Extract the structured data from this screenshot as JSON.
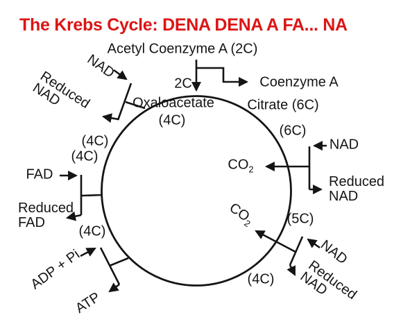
{
  "title": "The Krebs Cycle: DENA DENA A FA... NA",
  "colors": {
    "title_red": "#DC1515",
    "ink": "#141414",
    "background": "#FFFFFF"
  },
  "entry": {
    "substrate": "Acetyl Coenzyme A (2C)",
    "carbons_in": "2C",
    "released": "Coenzyme A"
  },
  "molecules": {
    "oxaloacetate": "Oxaloacetate",
    "oxaloacetate_carbons": "(4C)",
    "citrate": "Citrate (6C)",
    "c6": "(6C)",
    "c5": "(5C)",
    "c4_bottom_right": "(4C)",
    "c4_bottom_left": "(4C)",
    "c4_left_lower": "(4C)",
    "c4_left_upper": "(4C)"
  },
  "co2": {
    "base": "CO",
    "sub": "2"
  },
  "sites": {
    "top_left_nad": {
      "in": "NAD",
      "out": "Reduced NAD"
    },
    "left_fad": {
      "in": "FAD",
      "out": "Reduced FAD"
    },
    "bottom_left_atp": {
      "in": "ADP + Pi",
      "out": "ATP"
    },
    "bottom_right_nad": {
      "in": "NAD",
      "out": "Reduced NAD"
    },
    "right_nad": {
      "in": "NAD",
      "out": "Reduced NAD"
    }
  }
}
